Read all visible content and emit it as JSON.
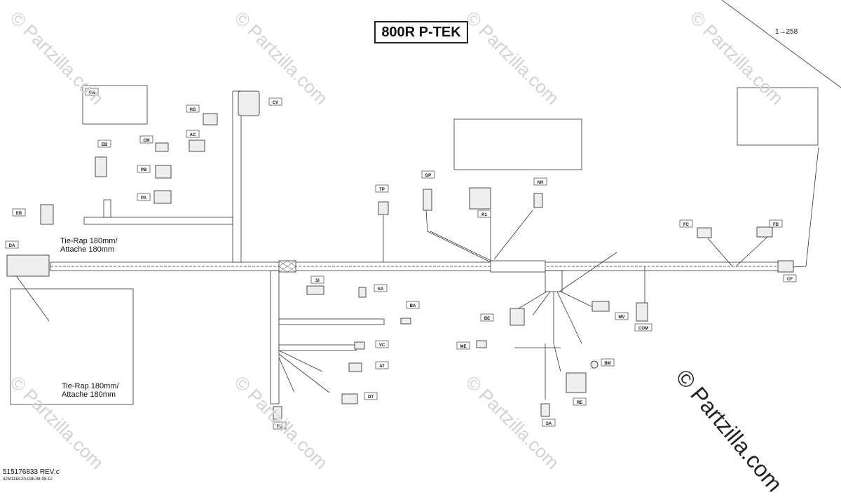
{
  "title": "800R P-TEK",
  "reference": "1→258",
  "tie_rap_upper": [
    "Tie-Rap 180mm/",
    "Attache 180mm"
  ],
  "tie_rap_lower": [
    "Tie-Rap 180mm/",
    "Attache 180mm"
  ],
  "footer_part_number": "515176833 REV:c",
  "footer_drawing_id": "42M1118-20-03b-08-08-12",
  "watermark_text": "© Partzilla.com",
  "watermark_big": "© Partzilla.com",
  "connector_codes": [
    "CN",
    "CV",
    "HG",
    "AC",
    "CM",
    "EB",
    "PB",
    "PA",
    "ER",
    "DA",
    "TP",
    "DP",
    "R1",
    "NH",
    "FC",
    "FD",
    "CF",
    "SI",
    "SA",
    "BA",
    "VC",
    "AT",
    "DT",
    "DS",
    "BE",
    "MV",
    "COM",
    "ME",
    "BM",
    "RE",
    "SA2"
  ],
  "connector_labels": {
    "CF": "CF",
    "COM": "COM",
    "SA": "SA",
    "SA2": "SA"
  },
  "colors": {
    "line": "#333333",
    "harness": "#555555",
    "watermark": "#cccccc"
  }
}
